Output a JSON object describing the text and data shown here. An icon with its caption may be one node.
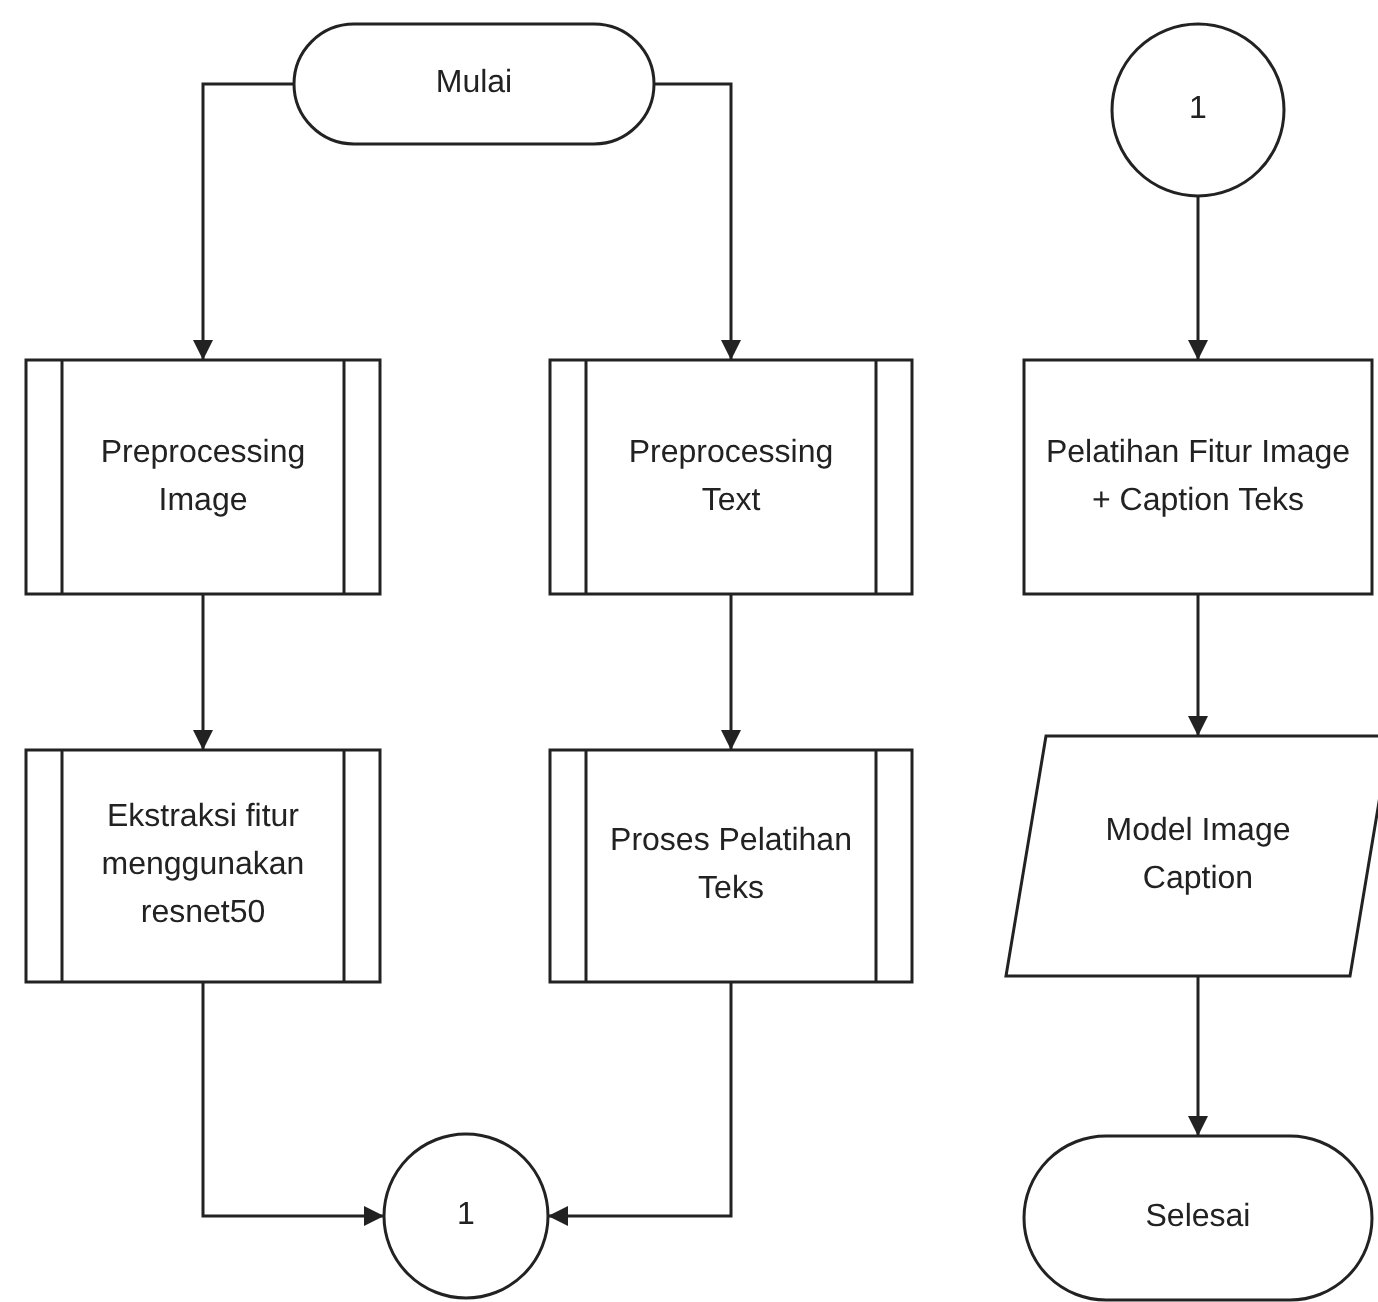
{
  "diagram": {
    "nodes": [
      {
        "text": [
          "Mulai"
        ]
      },
      {
        "text": [
          "Preprocessing Image"
        ]
      },
      {
        "text": [
          "Preprocessing Text"
        ]
      },
      {
        "text": [
          "Ekstraksi fitur menggunakan resnet50"
        ]
      },
      {
        "text": [
          "Proses Pelatihan Teks"
        ]
      },
      {
        "text": [
          "1"
        ]
      },
      {
        "text": [
          "1"
        ]
      },
      {
        "text": [
          "Pelatihan Fitur Image + Caption Teks"
        ]
      },
      {
        "text": [
          "Model Image Caption"
        ]
      },
      {
        "text": [
          "Selesai"
        ]
      }
    ],
    "edges": [
      {
        "from": 0,
        "to": 1,
        "arrow": "to"
      },
      {
        "from": 0,
        "to": 2,
        "arrow": "to"
      },
      {
        "from": 1,
        "to": 3,
        "arrow": "to"
      },
      {
        "from": 2,
        "to": 4,
        "arrow": "to"
      },
      {
        "from": 3,
        "to": 5,
        "arrow": "to"
      },
      {
        "from": 4,
        "to": 5,
        "arrow": "to"
      },
      {
        "from": 6,
        "to": 7,
        "arrow": "to"
      },
      {
        "from": 7,
        "to": 8,
        "arrow": "to"
      },
      {
        "from": 8,
        "to": 9,
        "arrow": "to"
      }
    ]
  }
}
